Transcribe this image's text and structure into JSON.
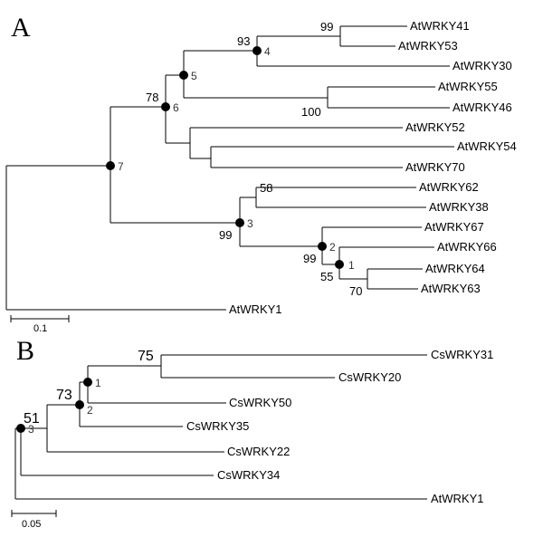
{
  "panels": [
    {
      "letter": "A",
      "scale_bar_label": "0.1",
      "leaves": [
        "AtWRKY41",
        "AtWRKY53",
        "AtWRKY30",
        "AtWRKY55",
        "AtWRKY46",
        "AtWRKY52",
        "AtWRKY54",
        "AtWRKY70",
        "AtWRKY62",
        "AtWRKY38",
        "AtWRKY67",
        "AtWRKY66",
        "AtWRKY64",
        "AtWRKY63",
        "AtWRKY1"
      ],
      "bootstrap": [
        "99",
        "93",
        "100",
        "78",
        "58",
        "99",
        "99",
        "55",
        "70"
      ],
      "node_numbers": [
        "4",
        "5",
        "6",
        "7",
        "3",
        "2",
        "1"
      ]
    },
    {
      "letter": "B",
      "scale_bar_label": "0.05",
      "leaves": [
        "CsWRKY31",
        "CsWRKY20",
        "CsWRKY50",
        "CsWRKY35",
        "CsWRKY22",
        "CsWRKY34",
        "AtWRKY1"
      ],
      "bootstrap": [
        "75",
        "73",
        "51"
      ],
      "node_numbers": [
        "1",
        "2",
        "3"
      ]
    }
  ]
}
